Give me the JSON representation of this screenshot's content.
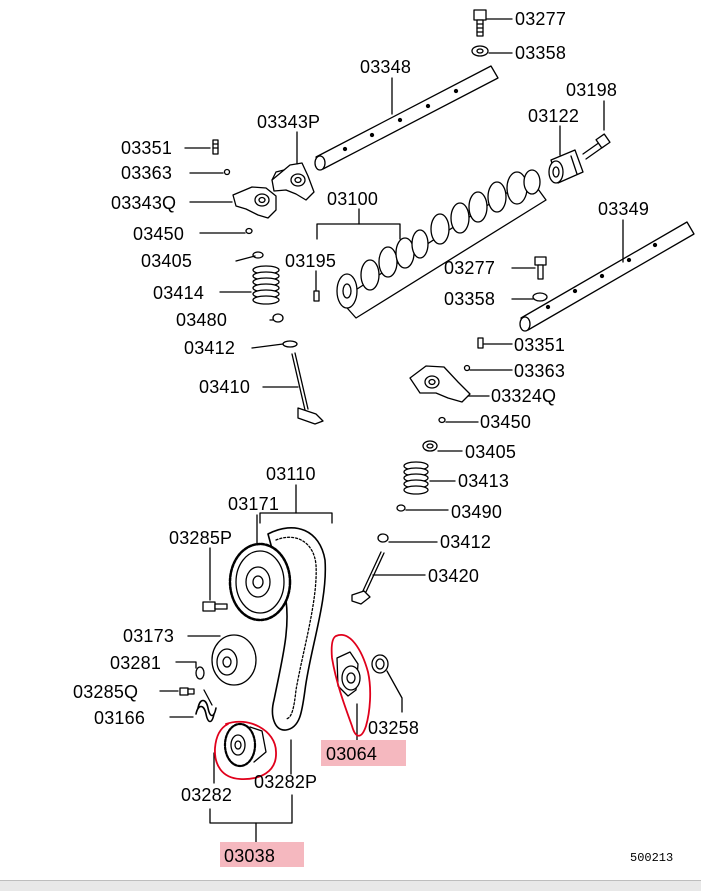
{
  "parts": {
    "p03277a": "03277",
    "p03358a": "03358",
    "p03348": "03348",
    "p03198": "03198",
    "p03122": "03122",
    "p03351a": "03351",
    "p03343p": "03343P",
    "p03363a": "03363",
    "p03343q": "03343Q",
    "p03100": "03100",
    "p03450a": "03450",
    "p03349": "03349",
    "p03405a": "03405",
    "p03195": "03195",
    "p03277b": "03277",
    "p03414": "03414",
    "p03358b": "03358",
    "p03480": "03480",
    "p03412a": "03412",
    "p03351b": "03351",
    "p03410": "03410",
    "p03363b": "03363",
    "p03324q": "03324Q",
    "p03450b": "03450",
    "p03405b": "03405",
    "p03110": "03110",
    "p03413": "03413",
    "p03171": "03171",
    "p03490": "03490",
    "p03285p": "03285P",
    "p03412b": "03412",
    "p03420": "03420",
    "p03173": "03173",
    "p03281": "03281",
    "p03285q": "03285Q",
    "p03258": "03258",
    "p03166": "03166",
    "p03064": "03064",
    "p03282": "03282",
    "p03282p": "03282P",
    "p03038": "03038"
  },
  "figure_number": "500213",
  "colors": {
    "ink": "#000000",
    "highlight_fill": "#f5b8bf",
    "annotation_red": "#e0001b"
  }
}
